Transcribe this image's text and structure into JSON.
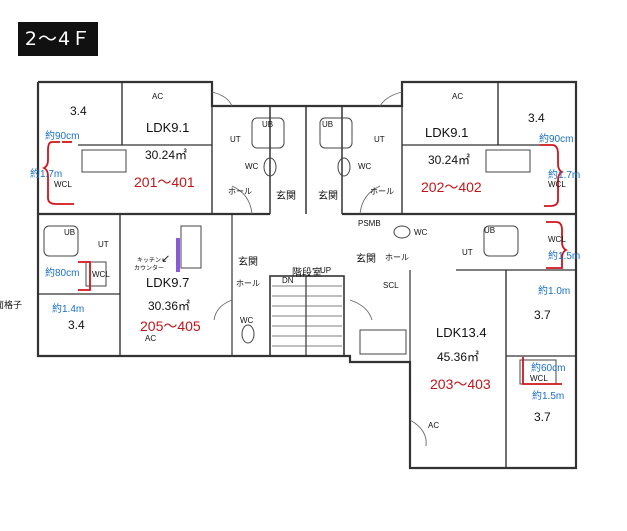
{
  "header": {
    "floor_badge": "2～4Ｆ"
  },
  "left_edge_text": "面格子",
  "units": {
    "u201": {
      "ldk": "LDK9.1",
      "area": "30.24㎡",
      "rooms": "201～401",
      "bedroom": "3.4",
      "wcl": "WCL",
      "wcl_width": "約90cm",
      "wcl_depth": "約1.7m"
    },
    "u202": {
      "ldk": "LDK9.1",
      "area": "30.24㎡",
      "rooms": "202～402",
      "bedroom": "3.4",
      "wcl": "WCL",
      "wcl_width": "約90cm",
      "wcl_depth": "約1.7m"
    },
    "u205": {
      "ldk": "LDK9.7",
      "area": "30.36㎡",
      "rooms": "205～405",
      "bedroom": "3.4",
      "wcl": "WCL",
      "wcl_width": "約80cm",
      "wcl_depth": "約1.4m",
      "kitchen_counter_line1": "キッチン",
      "kitchen_counter_line2": "カウンター"
    },
    "u203": {
      "ldk": "LDK13.4",
      "area": "45.36㎡",
      "rooms": "203～403",
      "bedroom_a": "3.7",
      "bedroom_b": "3.7",
      "wcl_a": "WCL",
      "wcl_a_depth": "約1.5m",
      "wcl_a_width": "約1.0m",
      "wcl_b": "WCL",
      "wcl_b_width": "約60cm",
      "wcl_b_depth": "約1.5m"
    }
  },
  "fixtures": {
    "ac": "AC",
    "ub": "UB",
    "ut": "UT",
    "wc": "WC",
    "hall": "ホール",
    "entrance": "玄関",
    "stairs": "階段室",
    "up": "UP",
    "dn": "DN",
    "psmb": "PSMB",
    "scl": "SCL"
  },
  "colors": {
    "label_blue": "#1a6fc4",
    "label_red": "#c0161b",
    "wcl_bracket": "#d0141a",
    "counter_bar": "#8a5bd6"
  }
}
